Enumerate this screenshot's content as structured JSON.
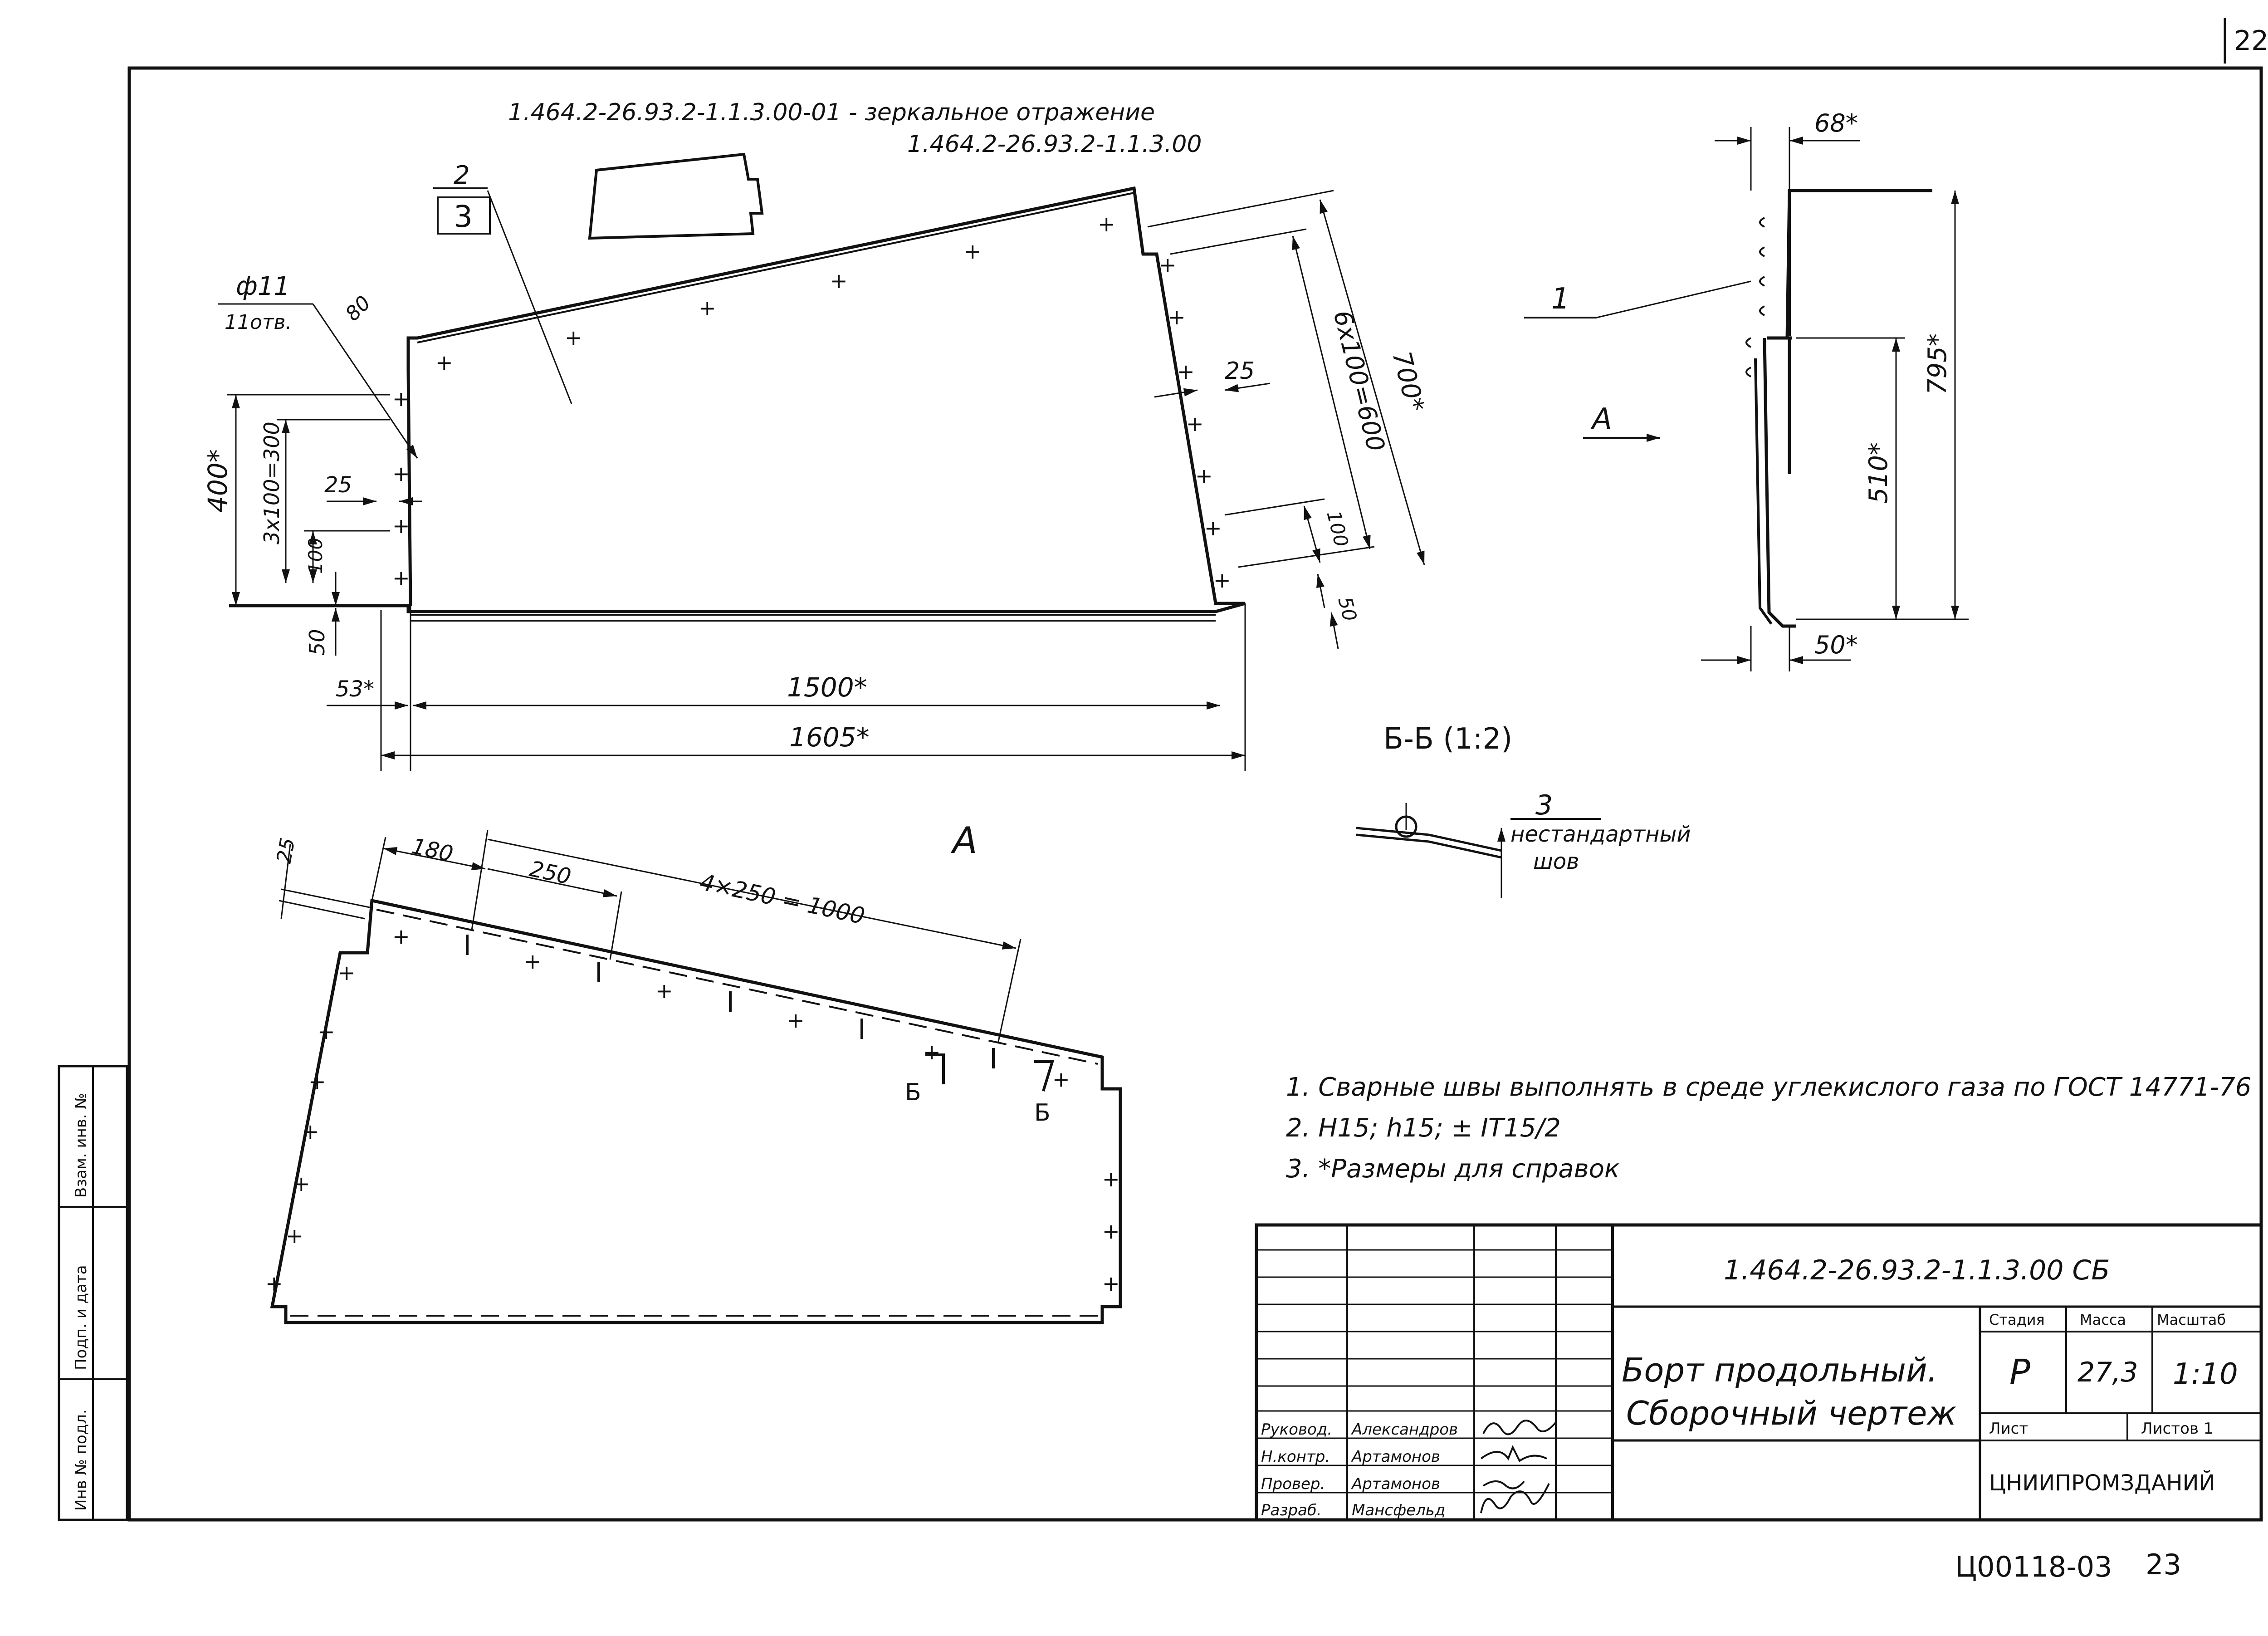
{
  "sheet": {
    "corner_number": "22",
    "bottom_code": "Ц00118-03",
    "bottom_page": "23"
  },
  "side_stamp": {
    "field_1": "Инв № подл.",
    "field_2": "Подп. и дата",
    "field_3": "Взам. инв. №"
  },
  "top_note": {
    "line1": "1.464.2-26.93.2-1.1.3.00-01 - зеркальное отражение",
    "line2": "1.464.2-26.93.2-1.1.3.00"
  },
  "main_view": {
    "callout_part_top": "2",
    "callout_part_bottom": "3",
    "hole_diameter": "ф11",
    "hole_count": "11отв.",
    "corner_dim": "80",
    "dim_left_height": "400*",
    "dim_hole_pitch_left": "3x100=300",
    "dim_edge_25_left": "25",
    "dim_100_left": "100",
    "dim_50_left": "50",
    "dim_53": "53*",
    "dim_1500": "1500*",
    "dim_1605": "1605*",
    "dim_edge_25_right": "25",
    "dim_hole_pitch_right": "6x100=600",
    "dim_right_height": "700*",
    "dim_100_right": "100",
    "dim_50_right": "50"
  },
  "section_view": {
    "callout": "1",
    "view_arrow": "A",
    "dim_68": "68*",
    "dim_795": "795*",
    "dim_510": "510*",
    "dim_50": "50*"
  },
  "section_bb": {
    "title": "Б-Б (1:2)",
    "callout": "3",
    "weld_label_1": "нестандартный",
    "weld_label_2": "шов"
  },
  "view_a": {
    "title": "A",
    "dim_25": "25",
    "dim_180": "180",
    "dim_250": "250",
    "dim_4x250": "4×250 = 1000",
    "cut_label_left": "Б",
    "cut_label_right": "Б"
  },
  "notes": [
    "1.  Сварные швы выполнять в среде углекислого газа по ГОСТ 14771-76",
    "2.  H15; h15; ± IT15/2",
    "3.  *Размеры для справок"
  ],
  "title_block": {
    "designation": "1.464.2-26.93.2-1.1.3.00 СБ",
    "title_line1": "Борт продольный.",
    "title_line2": "Сборочный чертеж",
    "stage_header": "Стадия",
    "mass_header": "Масса",
    "scale_header": "Масштаб",
    "stage": "Р",
    "mass": "27,3",
    "scale": "1:10",
    "sheet_label": "Лист",
    "sheets_label": "Листов 1",
    "organization": "ЦНИИПРОМЗДАНИЙ",
    "roles": [
      {
        "role": "Руковод.",
        "name": "Александров"
      },
      {
        "role": "Н.контр.",
        "name": "Артамонов"
      },
      {
        "role": "Провер.",
        "name": "Артамонов"
      },
      {
        "role": "Разраб.",
        "name": "Мансфельд"
      }
    ]
  }
}
